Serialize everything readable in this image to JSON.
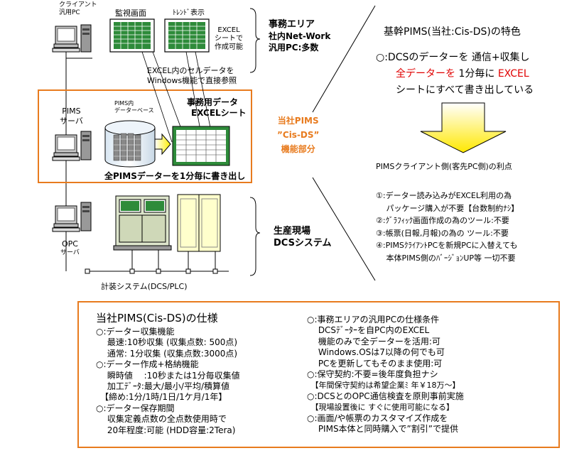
{
  "top": {
    "client_pc_label": [
      "クライアント",
      "汎用PC"
    ],
    "monitor_screen_label": "監視画面",
    "trend_label": "ﾄﾚﾝﾄﾞ表示",
    "excel_note": [
      "EXCEL",
      "シートで",
      "作成可能"
    ],
    "cell_ref_note": [
      "EXCEL内のセルデータを",
      "Windows機能で直接参照"
    ],
    "area_title": [
      "事務エリア",
      "社内Net-Work",
      "汎用PC:多数"
    ]
  },
  "middle": {
    "pims_server_label": [
      "PIMS",
      "サーバ"
    ],
    "db_label": [
      "PIMS内",
      "データーベース"
    ],
    "office_data_label": [
      "事務用データ",
      "EXCELシート"
    ],
    "write_all_label": "全PIMSデーターを1分毎に書き出し",
    "pims_title": [
      "当社PIMS",
      "”Cis-DS”",
      "機能部分"
    ]
  },
  "bottom": {
    "opc_server_label": [
      "OPC",
      "サーバ"
    ],
    "plant_title": [
      "生産現場",
      "DCSシステム"
    ],
    "instrument_system_label": "計装システム(DCS/PLC)"
  },
  "right": {
    "features_title": "基幹PIMS(当社:Cis-DS)の特色",
    "feature_line1": "○:DCSのデーターを 通信+収集し",
    "feature_line2_red1": "全データーを",
    "feature_line2_mid": "1分毎に",
    "feature_line2_red2": "EXCEL",
    "feature_line3": "シートにすべて書き出している",
    "benefits_title": "PIMSクライアント側(客先PC側)の利点",
    "benefits": [
      "①:データー読み込みがEXCEL利用の為",
      "　 パッケージ購入が不要【台数制約ﾅｼ】",
      "②:ｸﾞﾗﾌｨｯｸ画面作成の為のツール:不要",
      "③:帳票(日報,月報)の為の ツール:不要",
      "④:PIMSｸﾗｲｱﾝﾄPCを新規PCに入替えても",
      "　 本体PIMS側のﾊﾞｰｼﾞｮﾝUP等 一切不要"
    ]
  },
  "spec": {
    "title": "当社PIMS(Cis-DS)の仕様",
    "left_lines": [
      "○:データー収集機能",
      "　 最速:10秒収集 (収集点数: 500点)",
      "　 通常: 1分収集 (収集点数:3000点)",
      "○:データー作成+格納機能",
      "　 瞬時値　 :10秒または1分毎収集値",
      "　 加工ﾃﾞｰﾀ:最大/最小/平均/積算値",
      "　【締め:1分/1時/1日/1ケ月/1年】",
      "○:データー保存期間",
      "　 収集定義点数の全点数使用時で",
      "　 20年程度:可能 (HDD容量:2Tera)"
    ],
    "right_lines": [
      "○:事務エリアの汎用PCの仕様条件",
      "　 DCSﾃﾞｰﾀｰを自PC内のEXCEL",
      "　 機能のみで全データーを活用:可",
      "　 Windows.OSは7以降の何でも可",
      "　 PCを更新してもそのまま使用:可",
      "○:保守契約:不要=後年度負担ナシ",
      "　【年間保守契約は希望企業ﾐ 年￥18万～】",
      "○:DCSとのOPC通信検査を原則事前実施",
      "　【現場設置後に すぐに使用可能になる】",
      "○:画面/や帳票のカスタマイズ作成を",
      "　 PIMS本体と同時購入で”割引”で提供"
    ]
  },
  "colors": {
    "orange": "#e87b1e",
    "red": "#e00000",
    "green": "#2e8b3a",
    "yellow": "#ffff66",
    "cabinet": "#ffffcc"
  }
}
